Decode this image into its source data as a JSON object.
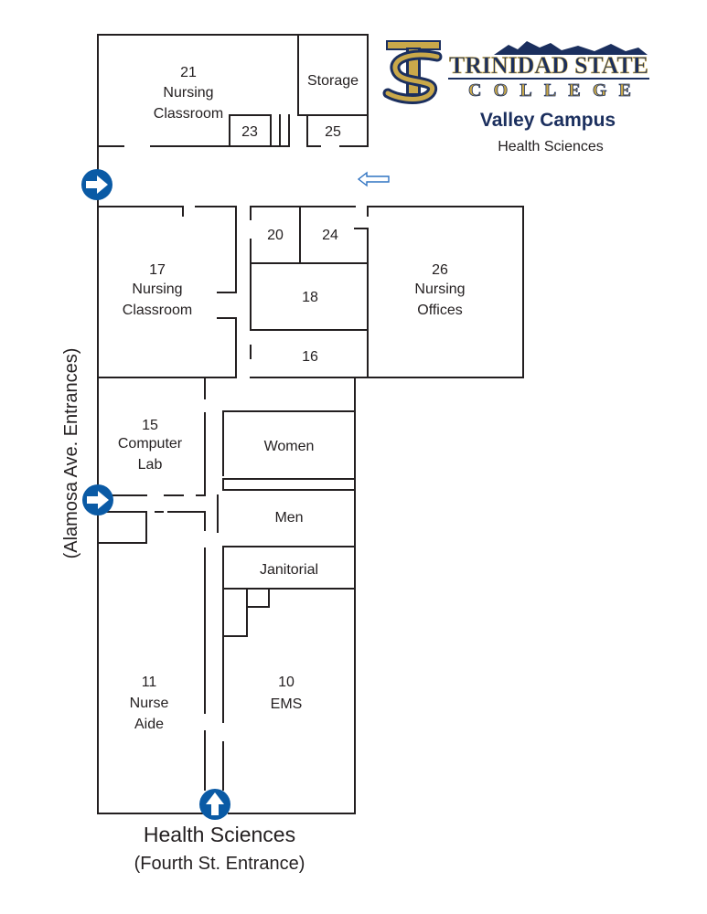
{
  "logo": {
    "monogram": "TS",
    "name_line1": "TRINIDAD STATE",
    "name_line2": "COLLEGE",
    "colors": {
      "navy": "#1b2f5e",
      "gold": "#c9a84a"
    }
  },
  "campus": "Valley Campus",
  "building": "Health Sciences",
  "side_entrance_label": "(Alamosa Ave. Entrances)",
  "main_entrance": {
    "name": "Health Sciences",
    "street": "(Fourth St. Entrance)"
  },
  "rooms": {
    "r21": {
      "number": "21",
      "name_line1": "Nursing",
      "name_line2": "Classroom"
    },
    "storage": {
      "name": "Storage"
    },
    "r23": {
      "number": "23"
    },
    "r25": {
      "number": "25"
    },
    "r20": {
      "number": "20"
    },
    "r24": {
      "number": "24"
    },
    "r17": {
      "number": "17",
      "name_line1": "Nursing",
      "name_line2": "Classroom"
    },
    "r18": {
      "number": "18"
    },
    "r16": {
      "number": "16"
    },
    "r26": {
      "number": "26",
      "name_line1": "Nursing",
      "name_line2": "Offices"
    },
    "r15": {
      "number": "15",
      "name_line1": "Computer",
      "name_line2": "Lab"
    },
    "women": {
      "name": "Women"
    },
    "men": {
      "name": "Men"
    },
    "janitorial": {
      "name": "Janitorial"
    },
    "r11": {
      "number": "11",
      "name_line1": "Nurse",
      "name_line2": "Aide"
    },
    "r10": {
      "number": "10",
      "name_line1": "EMS"
    }
  },
  "entrance_icons": {
    "top_left": "arrow-right-icon",
    "mid_left": "arrow-right-icon",
    "bottom": "arrow-up-icon",
    "interior": "arrow-left-outline-icon"
  },
  "map_colors": {
    "wall": "#231f20",
    "entrance_marker": "#0a5aa5",
    "interior_arrow": "#2f73c2"
  }
}
